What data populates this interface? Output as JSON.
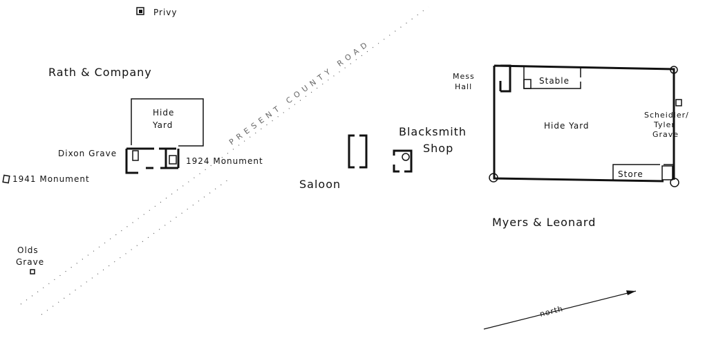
{
  "labels": {
    "privy": "Privy",
    "rath_company": "Rath & Company",
    "hide_yard_left": "Hide",
    "hide_yard_left_2": "Yard",
    "dixon_grave": "Dixon Grave",
    "monument_1924": "1924 Monument",
    "monument_1941": "1941 Monument",
    "olds_grave_1": "Olds",
    "olds_grave_2": "Grave",
    "road": "PRESENT COUNTY ROAD",
    "saloon": "Saloon",
    "blacksmith_1": "Blacksmith",
    "blacksmith_2": "Shop",
    "mess_hall_1": "Mess",
    "mess_hall_2": "Hall",
    "stable": "Stable",
    "hide_yard_right": "Hide Yard",
    "scheidler_1": "Scheidler/",
    "scheidler_2": "Tyler",
    "scheidler_3": "Grave",
    "store": "Store",
    "myers_leonard": "Myers & Leonard",
    "north": "north"
  }
}
